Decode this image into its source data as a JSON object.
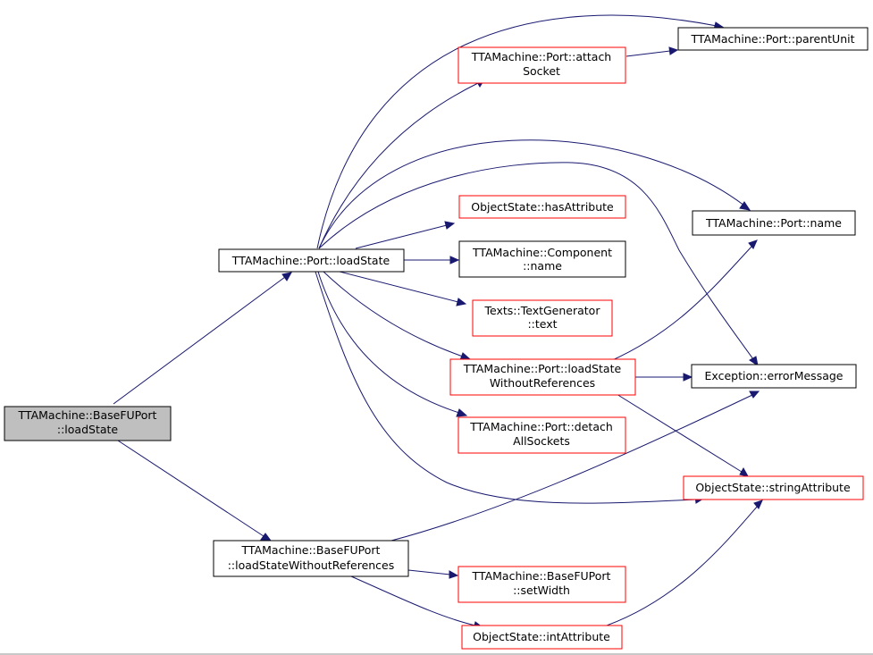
{
  "colors": {
    "edge": "#191970",
    "root_fill": "#bfbfbf",
    "node_fill": "#ffffff",
    "documented_border": "#000000",
    "undocumented_border": "#ff0000"
  },
  "nodes": {
    "base_fuport_loadstate": [
      "TTAMachine::BaseFUPort",
      "::loadState"
    ],
    "port_loadstate": [
      "TTAMachine::Port::loadState"
    ],
    "base_fuport_loadstate_without_refs": [
      "TTAMachine::BaseFUPort",
      "::loadStateWithoutReferences"
    ],
    "port_attach_socket": [
      "TTAMachine::Port::attach",
      "Socket"
    ],
    "port_parent_unit": [
      "TTAMachine::Port::parentUnit"
    ],
    "objectstate_has_attribute": [
      "ObjectState::hasAttribute"
    ],
    "component_name": [
      "TTAMachine::Component",
      "::name"
    ],
    "port_name": [
      "TTAMachine::Port::name"
    ],
    "textgenerator_text": [
      "Texts::TextGenerator",
      "::text"
    ],
    "port_loadstate_without_refs": [
      "TTAMachine::Port::loadState",
      "WithoutReferences"
    ],
    "exception_error_message": [
      "Exception::errorMessage"
    ],
    "port_detach_all_sockets": [
      "TTAMachine::Port::detach",
      "AllSockets"
    ],
    "objectstate_string_attribute": [
      "ObjectState::stringAttribute"
    ],
    "base_fuport_set_width": [
      "TTAMachine::BaseFUPort",
      "::setWidth"
    ],
    "objectstate_int_attribute": [
      "ObjectState::intAttribute"
    ]
  }
}
